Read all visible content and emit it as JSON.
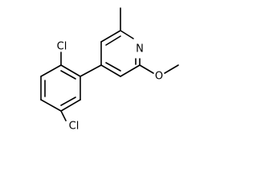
{
  "molecule": {
    "atoms": {
      "cl_top": "Cl",
      "cl_bottom": "Cl",
      "n": "N",
      "o": "O"
    }
  }
}
